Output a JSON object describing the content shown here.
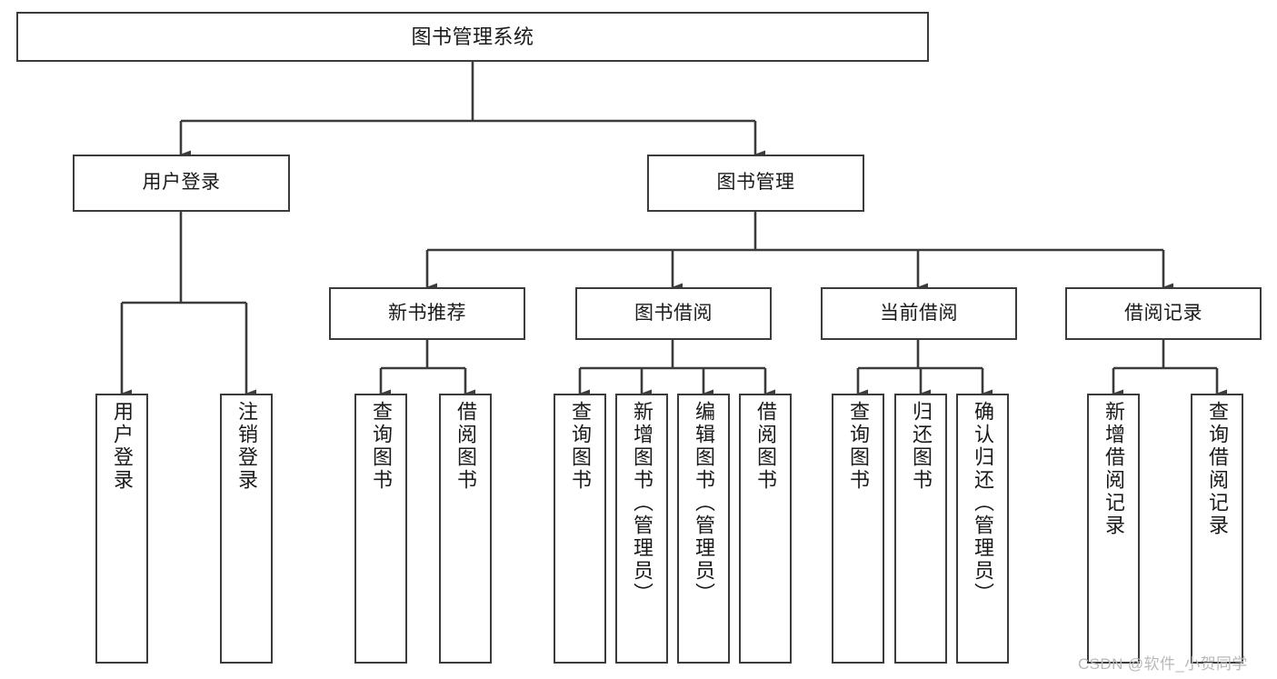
{
  "diagram": {
    "title": "图书管理系统",
    "type": "functional-decomposition-tree",
    "watermark": "CSDN @软件_小贺同学",
    "nodes": {
      "root": {
        "label": "图书管理系统"
      },
      "level2": [
        {
          "label": "用户登录"
        },
        {
          "label": "图书管理"
        }
      ],
      "level3": [
        {
          "label": "新书推荐"
        },
        {
          "label": "图书借阅"
        },
        {
          "label": "当前借阅"
        },
        {
          "label": "借阅记录"
        }
      ],
      "leaves": {
        "user_login": [
          {
            "label": "用户登录"
          },
          {
            "label": "注销登录"
          }
        ],
        "new_book_recommend": [
          {
            "label": "查询图书"
          },
          {
            "label": "借阅图书"
          }
        ],
        "book_borrow": [
          {
            "label": "查询图书"
          },
          {
            "label": "新增图书（管理员）"
          },
          {
            "label": "编辑图书（管理员）"
          },
          {
            "label": "借阅图书"
          }
        ],
        "current_borrow": [
          {
            "label": "查询图书"
          },
          {
            "label": "归还图书"
          },
          {
            "label": "确认归还（管理员）"
          }
        ],
        "borrow_record": [
          {
            "label": "新增借阅记录"
          },
          {
            "label": "查询借阅记录"
          }
        ]
      }
    },
    "colors": {
      "stroke": "#3b3b3b",
      "fill": "#ffffff",
      "text": "#1a1a1a",
      "watermark": "#b9b9b9"
    }
  }
}
